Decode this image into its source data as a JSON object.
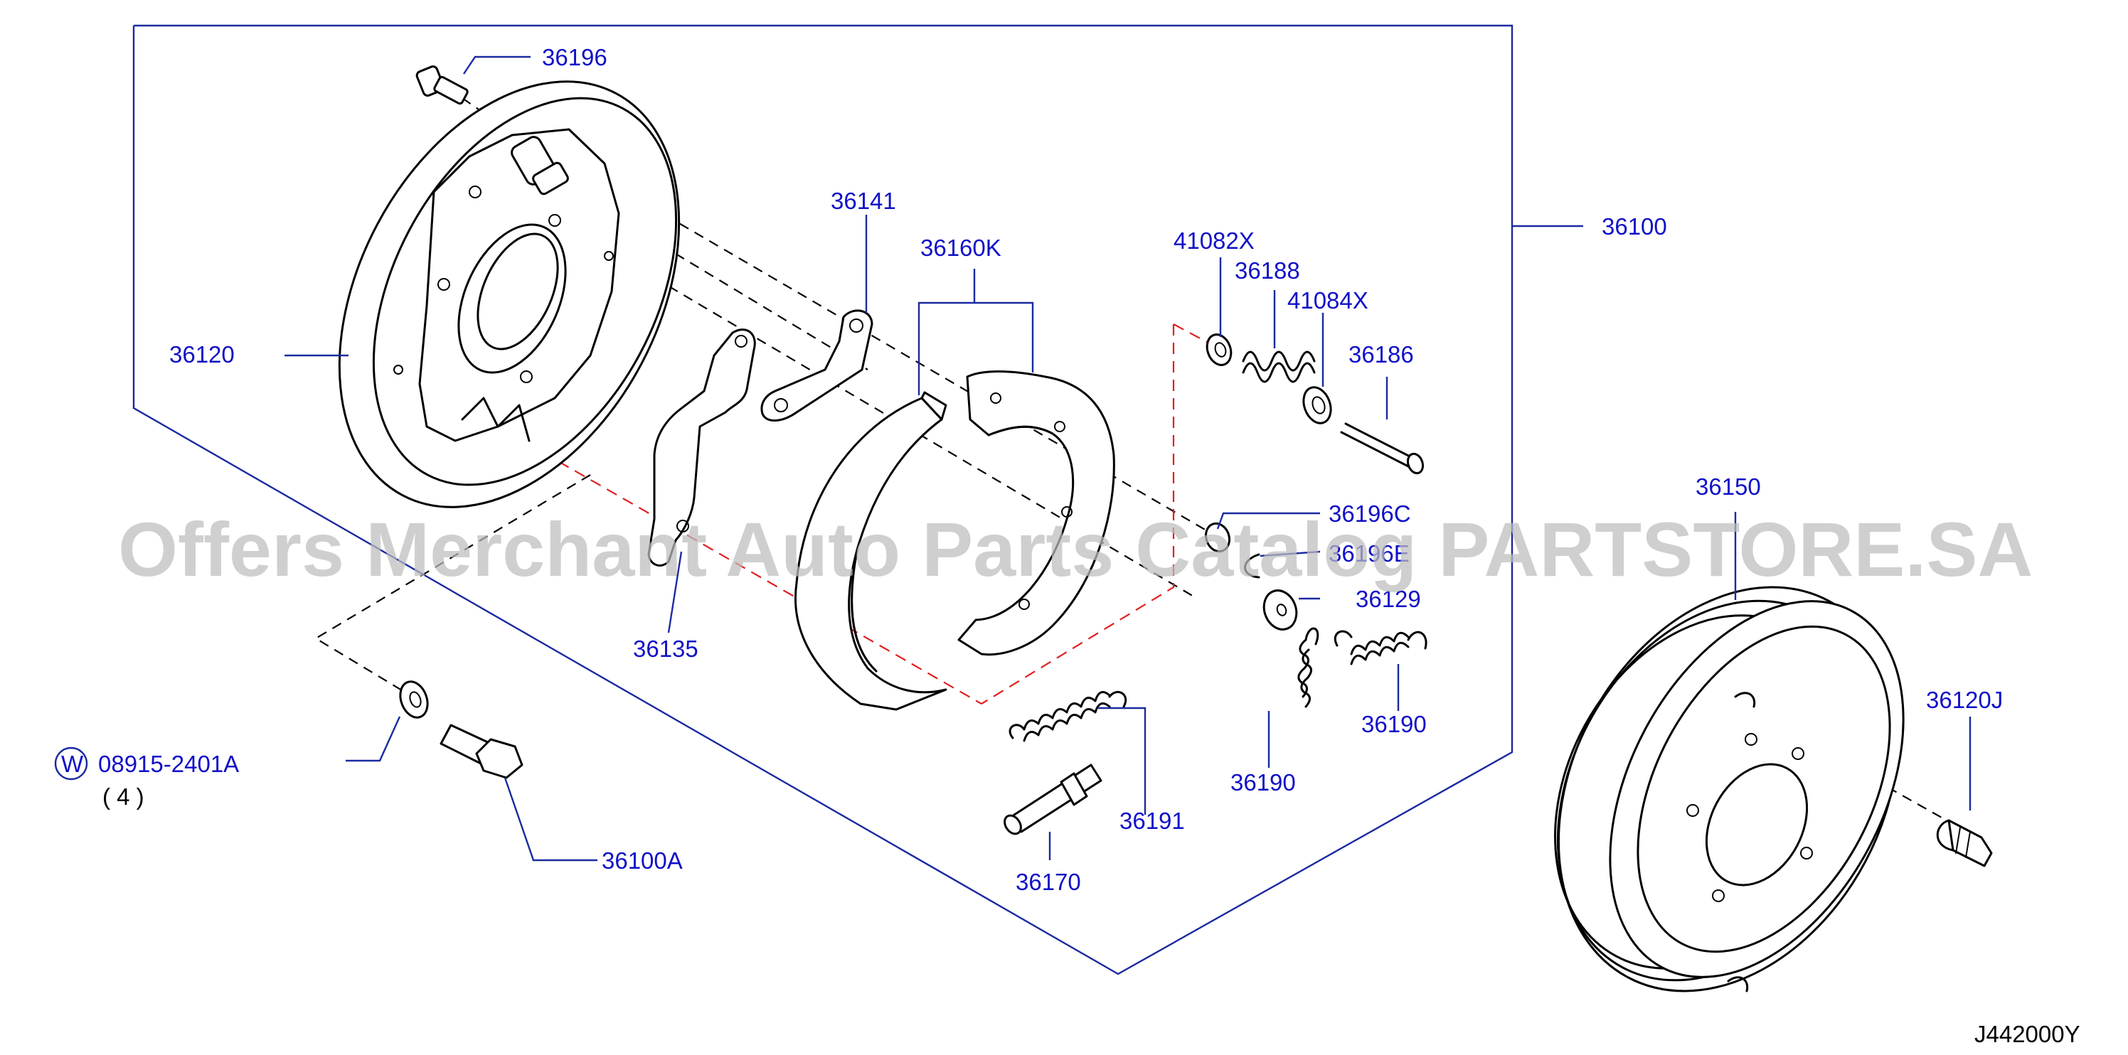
{
  "colors": {
    "label": "#1010c8",
    "leader": "#1a2aa0",
    "frame": "#1a2aa0",
    "line_art": "#000000",
    "centerline_red": "#e02020",
    "watermark": "#bdbdbd"
  },
  "labels": {
    "p36196": "36196",
    "p36120": "36120",
    "p36141": "36141",
    "p36160K": "36160K",
    "p41082X": "41082X",
    "p36188": "36188",
    "p41084X": "41084X",
    "p36186": "36186",
    "p36100": "36100",
    "p36196C": "36196C",
    "p36196E": "36196E",
    "p36129": "36129",
    "p36135": "36135",
    "p36190a": "36190",
    "p36190b": "36190",
    "p36191": "36191",
    "p36170": "36170",
    "p36100A": "36100A",
    "w_symbol": "W",
    "p08915": "08915-2401A",
    "qty": "( 4 )",
    "p36150": "36150",
    "p36120J": "36120J"
  },
  "watermark": "Offers Merchant Auto Parts Catalog PARTSTORE.SA",
  "diagram_code": "J442000Y",
  "icons": [
    "backing-plate",
    "brake-shoe",
    "brake-drum",
    "spring",
    "adjuster",
    "bolt",
    "washer"
  ]
}
